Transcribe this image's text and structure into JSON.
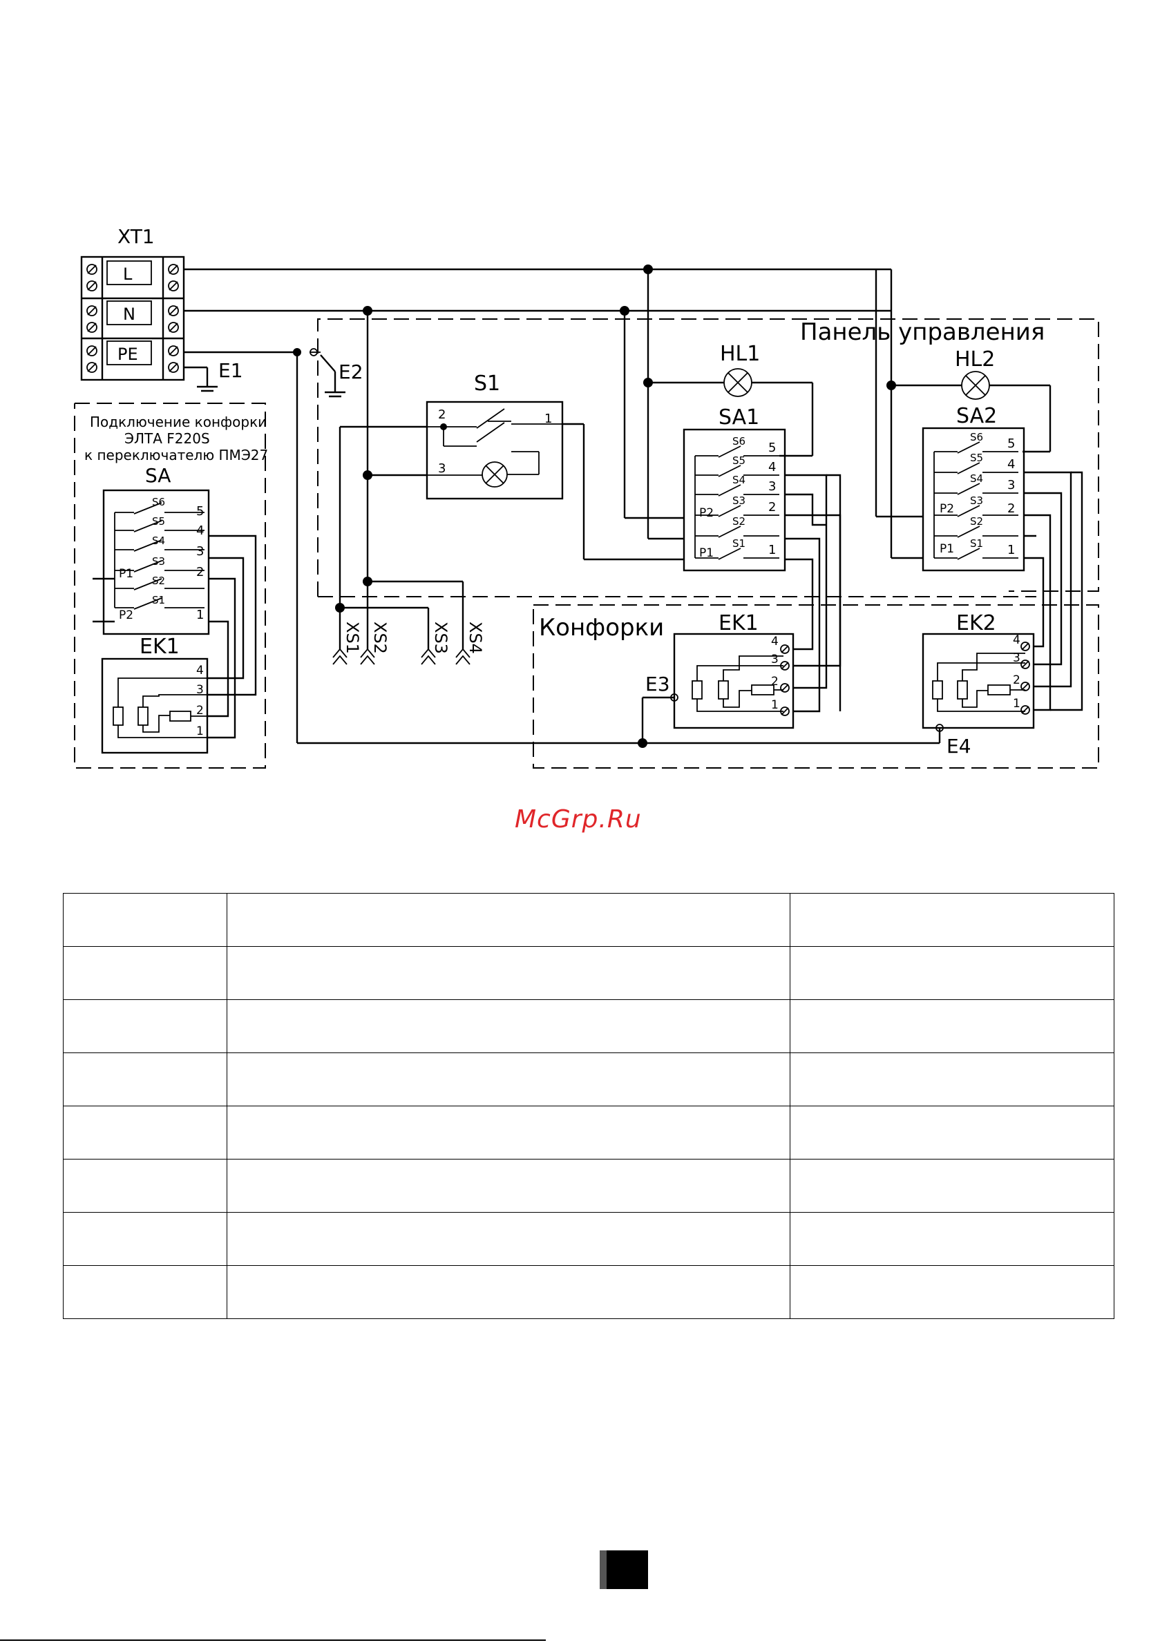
{
  "diagram": {
    "terminal_block": {
      "title": "XT1",
      "terminals": [
        "L",
        "N",
        "PE"
      ]
    },
    "ground_labels": {
      "e1": "E1",
      "e2": "E2",
      "e3": "E3",
      "e4": "E4"
    },
    "control_panel_label": "Панель управления",
    "burners_label": "Конфорки",
    "switch_s1": {
      "title": "S1",
      "pin1": "1",
      "pin2": "2",
      "pin3": "3"
    },
    "lamps": [
      "HL1",
      "HL2"
    ],
    "switches": [
      {
        "title": "SA1",
        "contacts": [
          "S6",
          "S5",
          "S4",
          "S3",
          "S2",
          "S1"
        ],
        "relays": [
          "P2",
          "P1"
        ],
        "terminals": [
          "5",
          "4",
          "3",
          "2",
          "1"
        ]
      },
      {
        "title": "SA2",
        "contacts": [
          "S6",
          "S5",
          "S4",
          "S3",
          "S2",
          "S1"
        ],
        "relays": [
          "P2",
          "P1"
        ],
        "terminals": [
          "5",
          "4",
          "3",
          "2",
          "1"
        ]
      }
    ],
    "burners": [
      {
        "title": "EK1",
        "terminals": [
          "4",
          "3",
          "2",
          "1"
        ]
      },
      {
        "title": "EK2",
        "terminals": [
          "4",
          "3",
          "2",
          "1"
        ]
      }
    ],
    "sockets": [
      "XS1",
      "XS2",
      "XS3",
      "XS4"
    ],
    "inset": {
      "caption_lines": [
        "Подключение конфорки",
        "ЭЛТА F220S",
        "к переключателю ПМЭ27"
      ],
      "switch_title": "SA",
      "contacts": [
        "S6",
        "S5",
        "S4",
        "S3",
        "S2",
        "S1"
      ],
      "relays": [
        "P1",
        "P2"
      ],
      "terminals": [
        "5",
        "4",
        "3",
        "2",
        "1"
      ],
      "burner_title": "EK1",
      "burner_terminals": [
        "4",
        "3",
        "2",
        "1"
      ]
    }
  },
  "watermark": "McGrp.Ru",
  "table": {
    "rows": [
      [
        "",
        "",
        ""
      ],
      [
        "",
        "",
        ""
      ],
      [
        "",
        "",
        ""
      ],
      [
        "",
        "",
        ""
      ],
      [
        "",
        "",
        ""
      ],
      [
        "",
        "",
        ""
      ],
      [
        "",
        "",
        ""
      ],
      [
        "",
        "",
        ""
      ]
    ]
  }
}
